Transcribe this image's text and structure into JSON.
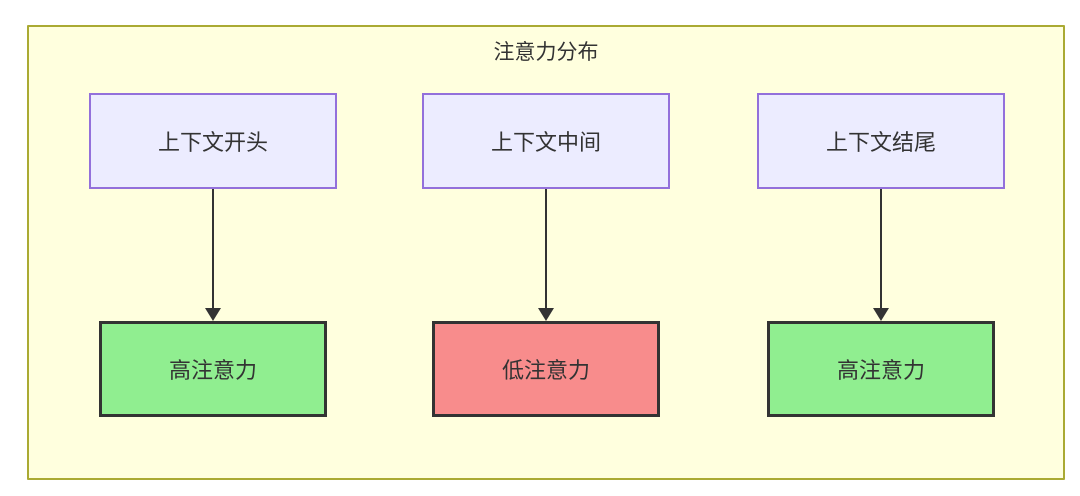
{
  "diagram": {
    "title": "注意力分布",
    "columns": [
      {
        "source": {
          "label": "上下文开头"
        },
        "target": {
          "label": "高注意力",
          "level": "high"
        }
      },
      {
        "source": {
          "label": "上下文中间"
        },
        "target": {
          "label": "低注意力",
          "level": "low"
        }
      },
      {
        "source": {
          "label": "上下文结尾"
        },
        "target": {
          "label": "高注意力",
          "level": "high"
        }
      }
    ],
    "colors": {
      "cluster_fill": "#ffffde",
      "cluster_border": "#aaaa33",
      "source_fill": "#ececff",
      "source_border": "#9370db",
      "high_attention_fill": "#90ee90",
      "low_attention_fill": "#f88c8c",
      "target_border": "#333333",
      "text": "#333333",
      "arrow": "#333333"
    }
  }
}
